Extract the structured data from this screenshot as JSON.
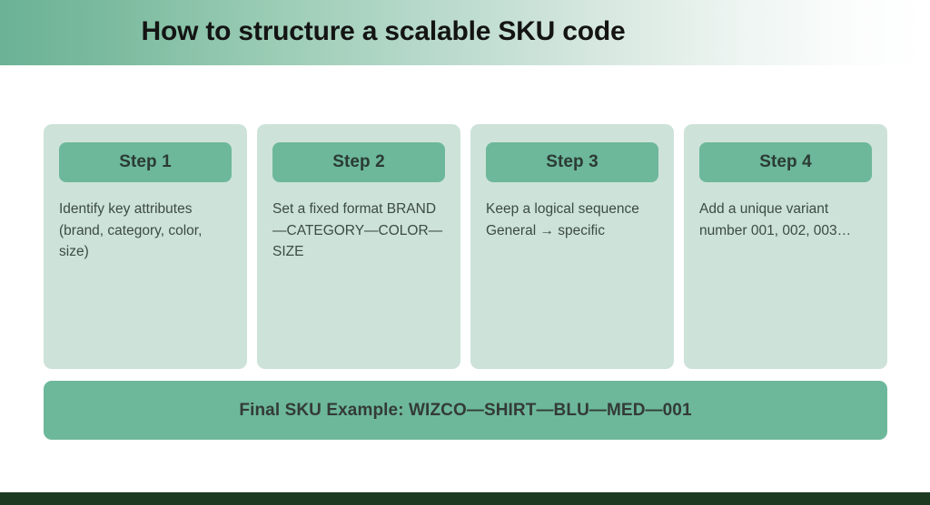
{
  "header": {
    "title": "How to structure a scalable SKU code"
  },
  "steps": [
    {
      "pill_label": "Step 1",
      "body": "Identify key attributes (brand, category, color, size)"
    },
    {
      "pill_label": "Step 2",
      "body": "Set a fixed format BRAND—CATEGORY—COLOR—SIZE"
    },
    {
      "pill_label": "Step 3",
      "body": "Keep a logical sequence General → specific"
    },
    {
      "pill_label": "Step 4",
      "body": "Add a unique variant number 001, 002, 003…"
    }
  ],
  "final_banner": {
    "text": "Final SKU Example: WIZCO—SHIRT—BLU—MED—001"
  },
  "colors": {
    "header_gradient_start": "#6bb296",
    "header_gradient_end": "#ffffff",
    "card_background": "#cde2d9",
    "pill_background": "#6db89a",
    "banner_background": "#6db89a",
    "bottom_strip": "#1c3a20",
    "title_text": "#141414",
    "body_text": "#3c4b45"
  }
}
